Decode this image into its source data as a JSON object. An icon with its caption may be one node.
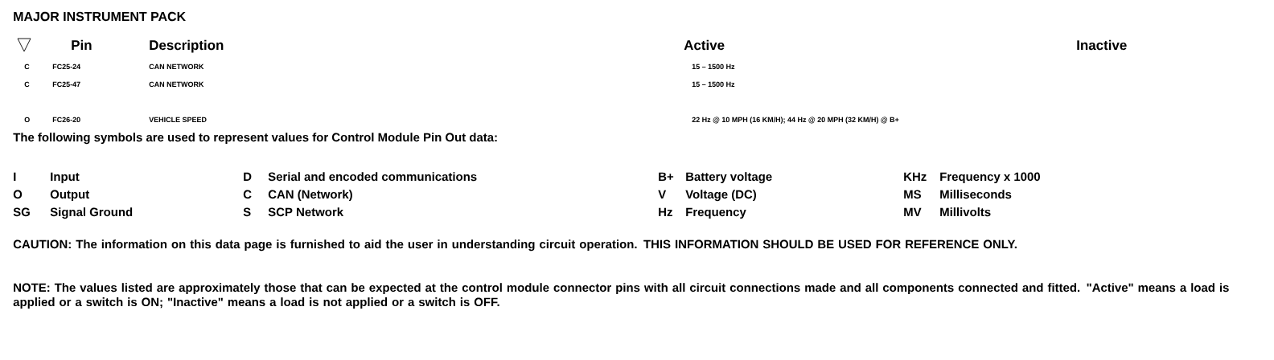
{
  "diagram": {
    "title": "MAJOR INSTRUMENT PACK",
    "labels": [
      "Pin",
      "Description",
      "Active",
      "Inactive",
      "C",
      "FC25-24",
      "CAN NETWORK",
      "15 – 1500 Hz",
      "C",
      "FC25-47",
      "CAN NETWORK",
      "15 – 1500 Hz",
      "O",
      "FC26-20",
      "VEHICLE SPEED",
      "22 Hz @ 10 MPH (16 KM/H); 44 Hz @ 20 MPH (32 KM/H) @ B+",
      "The following symbols are used to represent values for Control Module Pin Out data:",
      "I",
      "Input",
      "D",
      "Serial and encoded communications",
      "B+",
      "Battery voltage",
      "KHz",
      "Frequency x 1000",
      "O",
      "Output",
      "C",
      "CAN (Network)",
      "V",
      "Voltage (DC)",
      "MS",
      "Milliseconds",
      "SG",
      "Signal Ground",
      "S",
      "SCP Network",
      "Hz",
      "Frequency",
      "MV",
      "Millivolts",
      "CAUTION: The information on this data page is furnished to aid the user in understanding circuit operation.  THIS INFORMATION SHOULD BE USED FOR REFERENCE ONLY.",
      "NOTE: The values listed are approximately those that can be expected at the control module connector pins with all circuit connections made and all components connected and fitted.  \"Active\" means a load is applied or a switch is ON; \"Inactive\" means a load is not applied or a switch is OFF."
    ]
  }
}
